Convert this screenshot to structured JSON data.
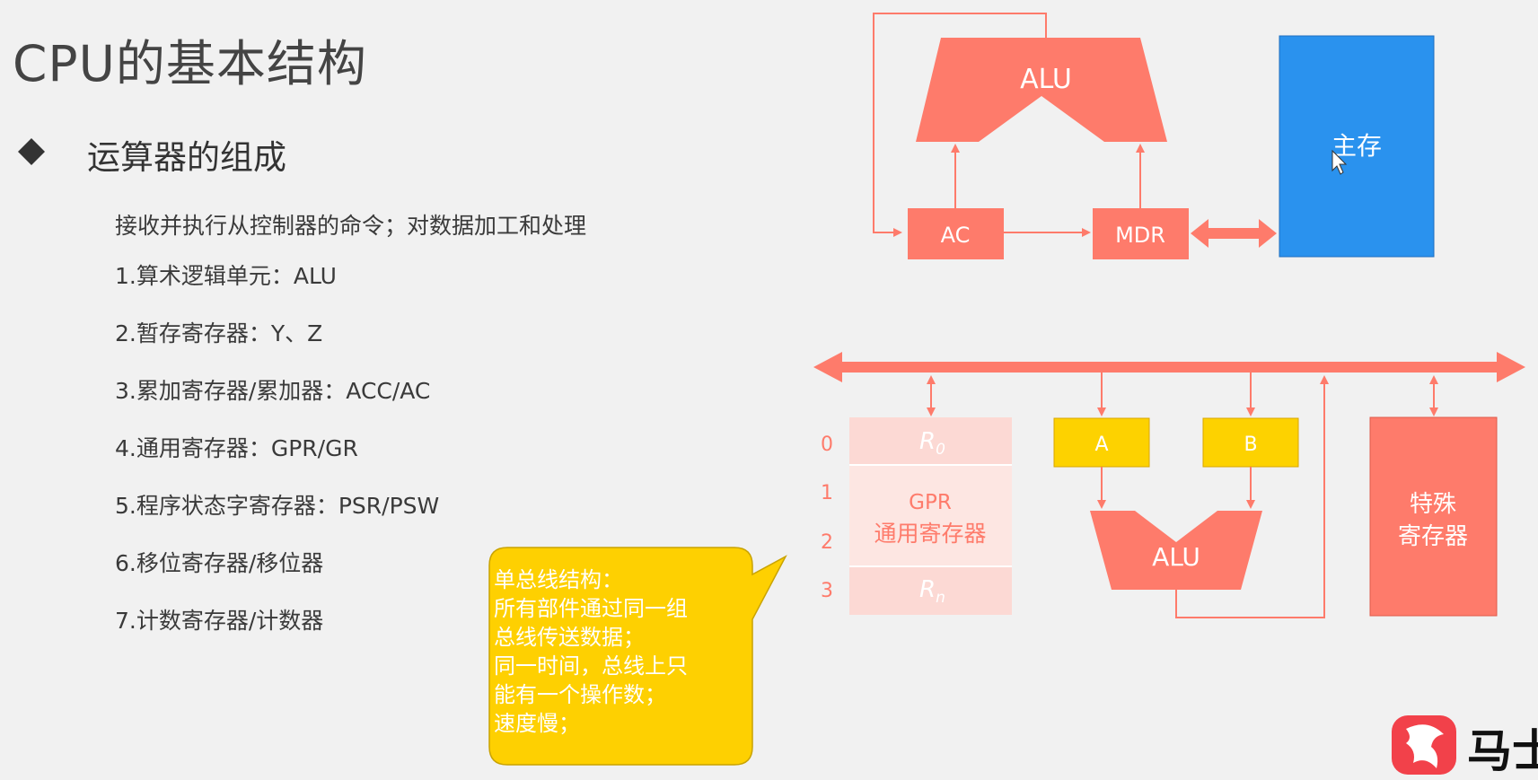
{
  "slide": {
    "title": "CPU的基本结构",
    "section": "运算器的组成",
    "intro": "接收并执行从控制器的命令；对数据加工和处理",
    "items": [
      "1.算术逻辑单元：ALU",
      "2.暂存寄存器：Y、Z",
      "3.累加寄存器/累加器：ACC/AC",
      "4.通用寄存器：GPR/GR",
      "5.程序状态字寄存器：PSR/PSW",
      "6.移位寄存器/移位器",
      "7.计数寄存器/计数器"
    ]
  },
  "top_diagram": {
    "alu": "ALU",
    "ac": "AC",
    "mdr": "MDR",
    "memory": "主存"
  },
  "bus_diagram": {
    "row_indices": [
      "0",
      "1",
      "2",
      "3"
    ],
    "r0": "R",
    "r0_sub": "0",
    "gpr_line1": "GPR",
    "gpr_line2": "通用寄存器",
    "rn": "R",
    "rn_sub": "n",
    "reg_a": "A",
    "reg_b": "B",
    "alu": "ALU",
    "special_line1": "特殊",
    "special_line2": "寄存器"
  },
  "callout": {
    "lines": [
      "单总线结构：",
      "所有部件通过同一组",
      "总线传送数据；",
      "同一时间，总线上只",
      "能有一个操作数；",
      "速度慢；"
    ]
  },
  "logo": {
    "text": "马士"
  },
  "colors": {
    "salmon": "#fe7b6b",
    "light_pink": "#fcd9d4",
    "yellow": "#fdd200",
    "blue": "#2a92ee",
    "background": "#f1f1f1"
  }
}
